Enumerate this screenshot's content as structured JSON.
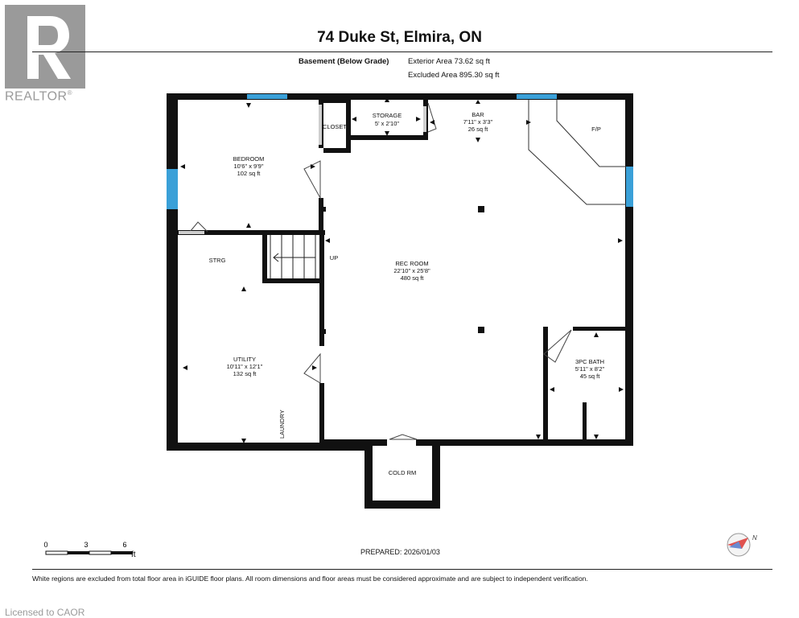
{
  "logo": {
    "text": "REALTOR",
    "mark": "®",
    "icon": "realtor-r-icon"
  },
  "title": "74 Duke St, Elmira, ON",
  "level": "Basement (Below Grade)",
  "exterior_area": "Exterior Area 73.62 sq ft",
  "excluded_area": "Excluded Area 895.30 sq ft",
  "rooms": {
    "closet": {
      "name": "CLOSET"
    },
    "storage": {
      "name": "STORAGE",
      "dims": "5' x 2'10\""
    },
    "bar": {
      "name": "BAR",
      "dims": "7'11\" x 3'3\"",
      "area": "26 sq ft"
    },
    "fp": {
      "name": "F/P"
    },
    "bedroom": {
      "name": "BEDROOM",
      "dims": "10'6\" x 9'9\"",
      "area": "102 sq ft"
    },
    "strg": {
      "name": "STRG"
    },
    "up": {
      "name": "UP"
    },
    "rec_room": {
      "name": "REC ROOM",
      "dims": "22'10\" x 25'8\"",
      "area": "480 sq ft"
    },
    "utility": {
      "name": "UTILITY",
      "dims": "10'11\" x 12'1\"",
      "area": "132 sq ft"
    },
    "bath": {
      "name": "3PC BATH",
      "dims": "5'11\" x 8'2\"",
      "area": "45 sq ft"
    },
    "laundry": {
      "name": "LAUNDRY"
    },
    "cold_room": {
      "name": "COLD RM"
    }
  },
  "scale": {
    "ticks": [
      "0",
      "3",
      "6"
    ],
    "unit": "ft"
  },
  "prepared": "PREPARED: 2026/01/03",
  "compass": {
    "label": "N",
    "icon": "compass-icon"
  },
  "disclaimer": "White regions are excluded from total floor area in iGUIDE floor plans. All room dimensions and floor areas must be considered approximate and are subject to independent verification.",
  "license": "Licensed to CAOR",
  "colors": {
    "wall": "#111111",
    "window": "#3aa0d8",
    "logo": "#9a9a9a"
  }
}
